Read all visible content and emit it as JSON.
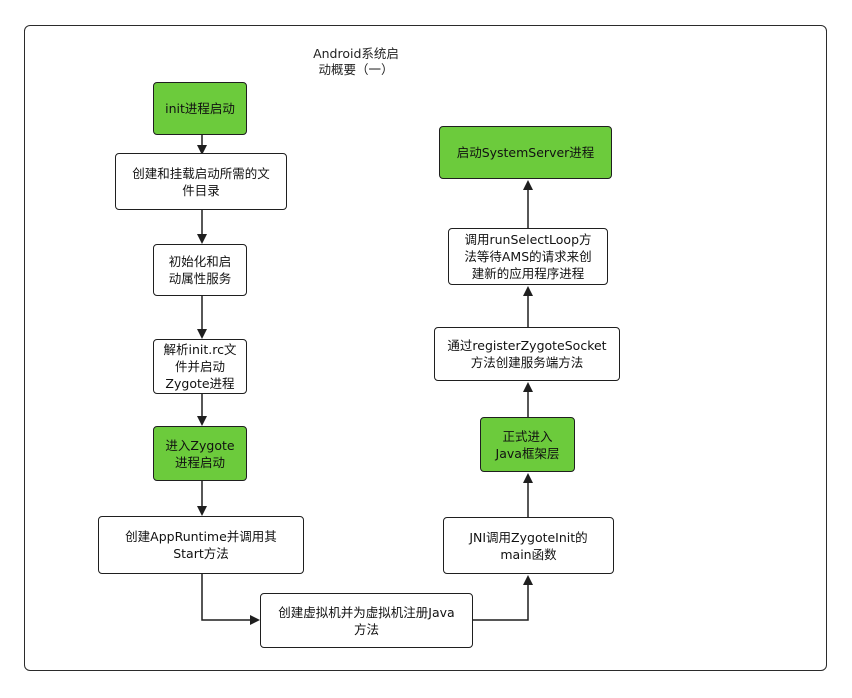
{
  "title": "Android系统启\n动概要（一）",
  "colors": {
    "accent": "#6ccb3c",
    "border": "#1f1f1f",
    "node_bg": "#ffffff"
  },
  "nodes": {
    "init": "init进程启动",
    "create_dirs": "创建和挂载启动所需的文\n件目录",
    "init_props": "初始化和启\n动属性服务",
    "parse_initrc": "解析init.rc文\n件并启动\nZygote进程",
    "enter_zygote": "进入Zygote\n进程启动",
    "app_runtime": "创建AppRuntime并调用其\nStart方法",
    "create_vm": "创建虚拟机并为虚拟机注册Java\n方法",
    "jni_zygoteinit": "JNI调用ZygoteInit的\nmain函数",
    "java_framework": "正式进入\nJava框架层",
    "register_socket": "通过registerZygoteSocket\n方法创建服务端方法",
    "run_select_loop": "调用runSelectLoop方\n法等待AMS的请求来创\n建新的应用程序进程",
    "system_server": "启动SystemServer进程"
  },
  "edges": [
    [
      "init",
      "create_dirs"
    ],
    [
      "create_dirs",
      "init_props"
    ],
    [
      "init_props",
      "parse_initrc"
    ],
    [
      "parse_initrc",
      "enter_zygote"
    ],
    [
      "enter_zygote",
      "app_runtime"
    ],
    [
      "app_runtime",
      "create_vm"
    ],
    [
      "create_vm",
      "jni_zygoteinit"
    ],
    [
      "jni_zygoteinit",
      "java_framework"
    ],
    [
      "java_framework",
      "register_socket"
    ],
    [
      "register_socket",
      "run_select_loop"
    ],
    [
      "run_select_loop",
      "system_server"
    ]
  ]
}
